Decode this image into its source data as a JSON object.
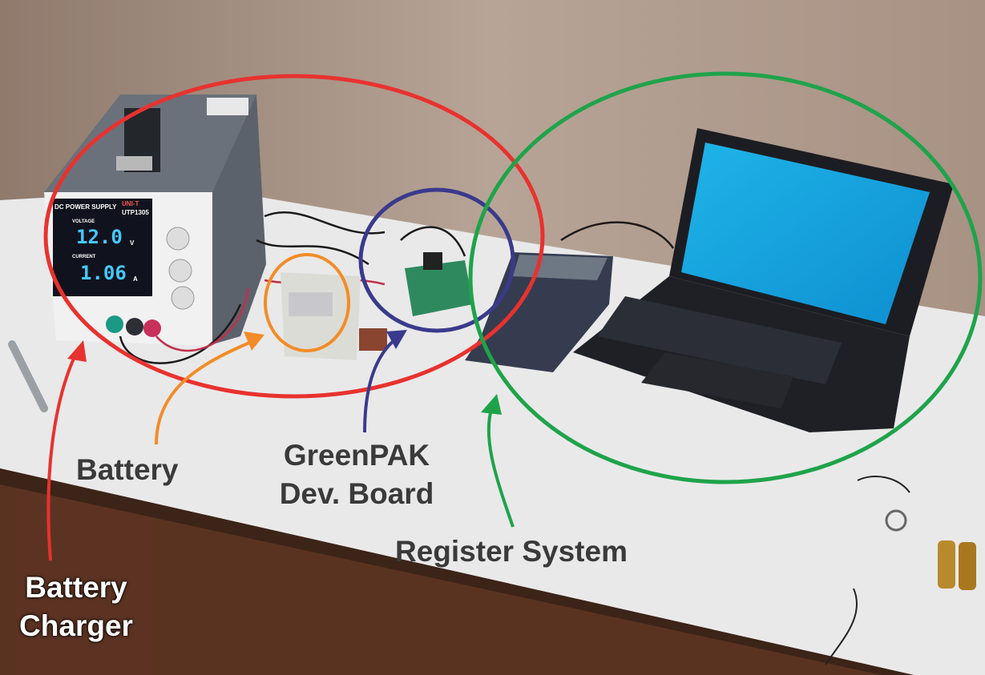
{
  "photo": {
    "power_supply": {
      "header": "DC POWER SUPPLY",
      "brand": "UNI-T",
      "model": "UTP1305",
      "voltage_label": "VOLTAGE",
      "voltage": "12.0",
      "voltage_unit": "V",
      "current_label": "CURRENT",
      "current": "1.06",
      "current_unit": "A"
    }
  },
  "annotations": {
    "battery_charger": {
      "line1": "Battery",
      "line2": "Charger",
      "color": "#e8322f"
    },
    "battery": {
      "label": "Battery",
      "color": "#f28c28"
    },
    "greenpak": {
      "line1": "GreenPAK",
      "line2": "Dev. Board",
      "color": "#3a3a8c"
    },
    "register_system": {
      "label": "Register System",
      "color": "#1fa34a"
    }
  }
}
